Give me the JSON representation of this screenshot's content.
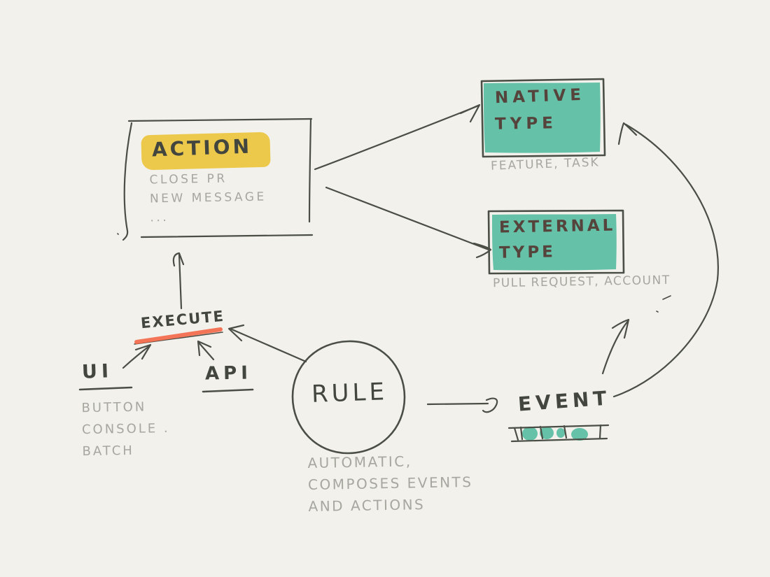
{
  "title": "hand-drawn rules-events-actions diagram",
  "colors": {
    "background": "#f2f1ec",
    "ink": "#42463f",
    "gray_note": "#a6a89f",
    "teal_fill": "#65c2a8",
    "yellow_highlight": "#ecc94b",
    "orange_underline": "#f4694a",
    "box_text": "#55433c"
  },
  "action_box": {
    "title": "ACTION",
    "examples": [
      "CLOSE PR",
      "NEW MESSAGE",
      "..."
    ]
  },
  "native_type_box": {
    "title_line1": "NATIVE",
    "title_line2": "TYPE",
    "caption": "FEATURE, TASK"
  },
  "external_type_box": {
    "title_line1": "EXTERNAL",
    "title_line2": "TYPE",
    "caption": "PULL REQUEST, ACCOUNT"
  },
  "execute_node": {
    "label": "EXECUTE"
  },
  "ui_node": {
    "label": "UI",
    "examples": [
      "BUTTON",
      "CONSOLE .",
      "BATCH"
    ]
  },
  "api_node": {
    "label": "API"
  },
  "rule_node": {
    "label": "RULE",
    "caption_lines": [
      "AUTOMATIC,",
      "COMPOSES EVENTS",
      "AND ACTIONS"
    ]
  },
  "event_node": {
    "label": "EVENT"
  }
}
